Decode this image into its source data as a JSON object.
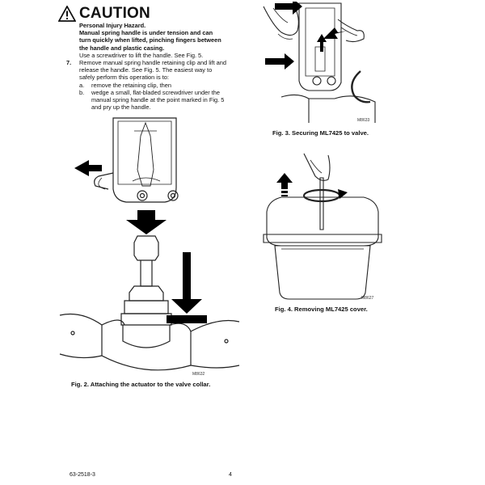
{
  "caution": {
    "title": "CAUTION",
    "hazard": "Personal Injury Hazard.",
    "warning_lines": [
      "Manual spring handle is under tension and can",
      "turn quickly when lifted, pinching fingers between",
      "the handle and plastic casing."
    ],
    "instruction": "Use a screwdriver to lift the handle. See Fig. 5."
  },
  "step": {
    "number": "7.",
    "lines": [
      "Remove manual spring handle retaining clip and lift and",
      "release the handle. See Fig. 5. The easiest way to",
      "safely perform this operation is to:"
    ],
    "substeps": [
      {
        "letter": "a.",
        "lines": [
          "remove the retaining clip, then"
        ]
      },
      {
        "letter": "b.",
        "lines": [
          "wedge a small, flat-bladed screwdriver under the",
          "manual spring handle at the point marked in Fig. 5",
          "and pry up the handle."
        ]
      }
    ]
  },
  "figures": {
    "fig2": {
      "caption": "Fig. 2. Attaching the actuator to the valve collar.",
      "code": "M8632"
    },
    "fig3": {
      "caption": "Fig. 3. Securing ML7425 to valve.",
      "code": "M8633"
    },
    "fig4": {
      "caption": "Fig. 4. Removing ML7425 cover.",
      "code": "M8627"
    }
  },
  "footer": {
    "doc_number": "63-2518-3",
    "page_number": "4"
  },
  "colors": {
    "text": "#111111",
    "line": "#222222",
    "arrow_fill": "#000000"
  }
}
